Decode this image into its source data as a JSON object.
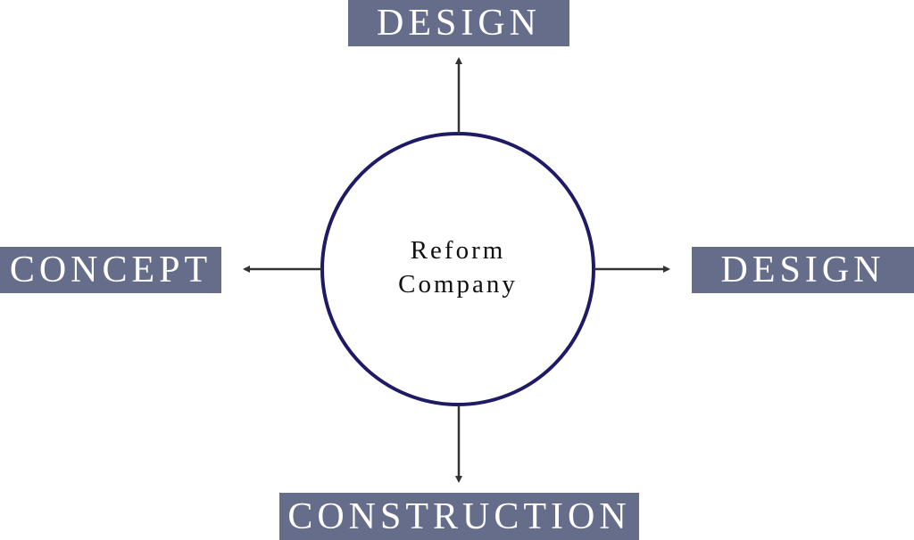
{
  "center": {
    "line1": "Reform",
    "line2": "Company"
  },
  "nodes": {
    "top": "DESIGN",
    "left": "CONCEPT",
    "right": "DESIGN",
    "bottom": "CONSTRUCTION"
  },
  "colors": {
    "box": "#666d8a",
    "circle": "#1e1a66",
    "arrow": "#333333"
  }
}
